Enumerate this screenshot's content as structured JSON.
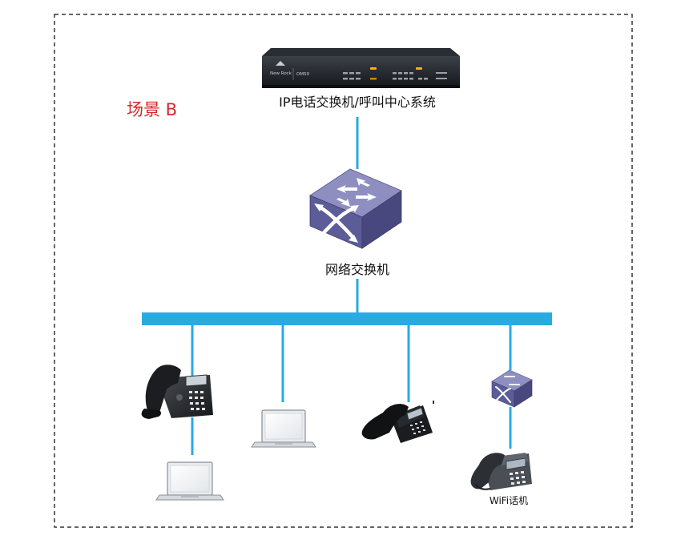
{
  "scene_label": "场景 B",
  "pbx_label": "IP电话交换机/呼叫中心系统",
  "pbx_brand": "New Rock",
  "pbx_model": "OM50",
  "switch_label": "网络交换机",
  "wifi_phone_label": "WiFi话机",
  "colors": {
    "link": "#29abe2",
    "scene_label": "#d9262a",
    "border": "#333333",
    "switch_top": "#8e8ec0",
    "switch_front": "#5c5c98",
    "switch_side": "#48487e"
  },
  "icons": {
    "pbx": "pbx-device-icon",
    "switch": "network-switch-icon",
    "ip_phone": "ip-phone-icon",
    "laptop": "laptop-icon",
    "wifi_phone": "wifi-phone-icon"
  }
}
